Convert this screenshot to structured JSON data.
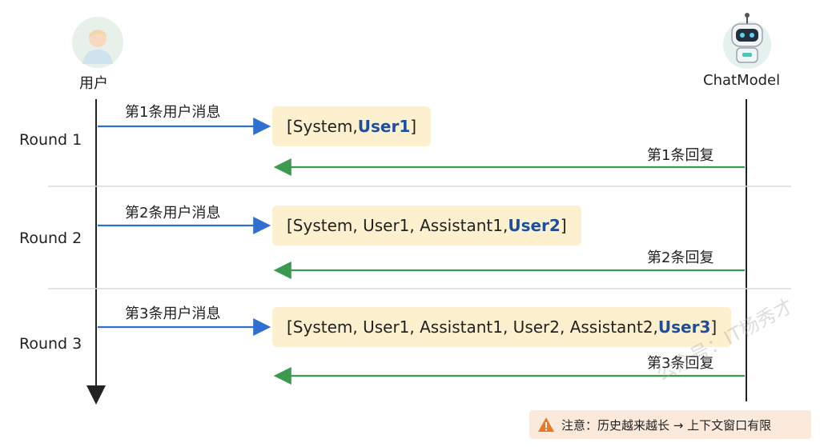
{
  "actors": {
    "user": {
      "label": "用户",
      "icon": "user-avatar-icon"
    },
    "model": {
      "label": "ChatModel",
      "icon": "robot-icon"
    }
  },
  "rounds": [
    {
      "label": "Round 1",
      "message": "第1条用户消息",
      "context_prefix": "[System, ",
      "context_highlight": "User1",
      "context_suffix": "]",
      "reply": "第1条回复"
    },
    {
      "label": "Round 2",
      "message": "第2条用户消息",
      "context_prefix": "[System, User1, Assistant1, ",
      "context_highlight": "User2",
      "context_suffix": "]",
      "reply": "第2条回复"
    },
    {
      "label": "Round 3",
      "message": "第3条用户消息",
      "context_prefix": "[System, User1, Assistant1, User2, Assistant2, ",
      "context_highlight": "User3",
      "context_suffix": "]",
      "reply": "第3条回复"
    }
  ],
  "note": {
    "icon": "warning-icon",
    "text": "注意：历史越来越长 → 上下文窗口有限"
  },
  "watermark": "公众号：IT杨秀才",
  "colors": {
    "request_arrow": "#2f6fd0",
    "reply_arrow": "#3a9a4f",
    "highlight": "#1f4e9c",
    "context_bg": "#fdf0cf"
  }
}
